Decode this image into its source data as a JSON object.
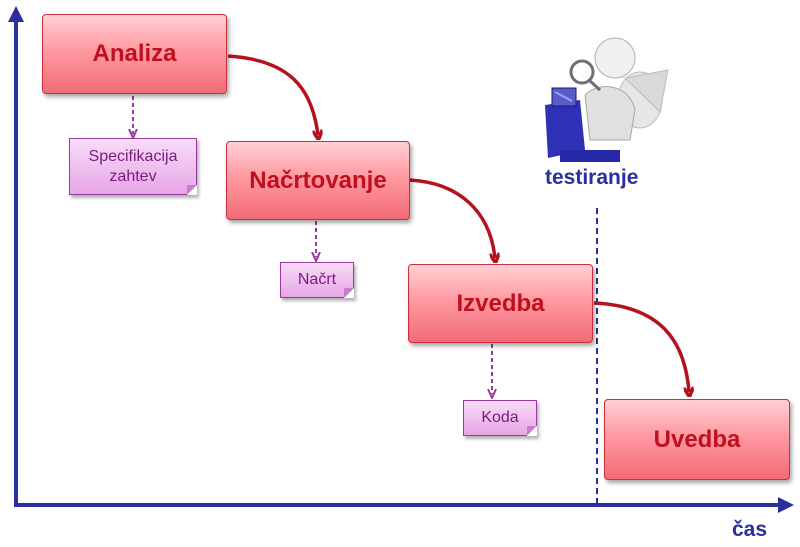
{
  "phases": {
    "analysis": "Analiza",
    "design": "Načrtovanje",
    "implementation": "Izvedba",
    "deployment": "Uvedba"
  },
  "documents": {
    "specification": "Specifikacija zahtev",
    "design_doc": "Načrt",
    "code": "Koda"
  },
  "testing_label": "testiranje",
  "time_axis_label": "čas",
  "colors": {
    "phase_text": "#c0101d",
    "arrow": "#b5121f",
    "document_text": "#7a1a7e",
    "axis": "#2a2f9c"
  },
  "icons": [
    "tester-figure-icon"
  ]
}
